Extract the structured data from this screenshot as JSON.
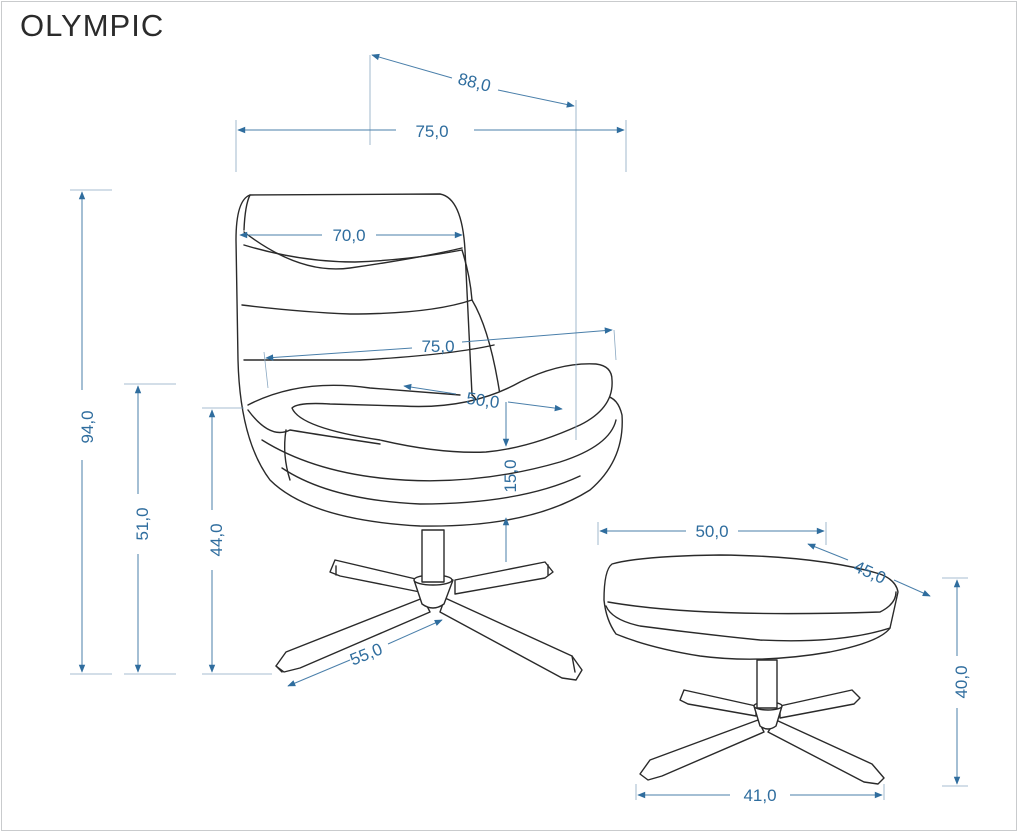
{
  "title": "OLYMPIC",
  "colors": {
    "dimension": "#2f6d9e",
    "outline": "#2a2a2a",
    "frame": "#c9cbcd"
  },
  "dimensions": {
    "chair_depth_diag": "88,0",
    "chair_width_top": "75,0",
    "backrest_width": "70,0",
    "seat_width": "75,0",
    "seat_depth": "50,0",
    "seat_thickness": "15,0",
    "total_height": "94,0",
    "armrest_height": "51,0",
    "seat_height": "44,0",
    "base_diameter": "55,0",
    "ottoman_width": "50,0",
    "ottoman_depth": "45,0",
    "ottoman_height": "40,0",
    "ottoman_base": "41,0"
  }
}
